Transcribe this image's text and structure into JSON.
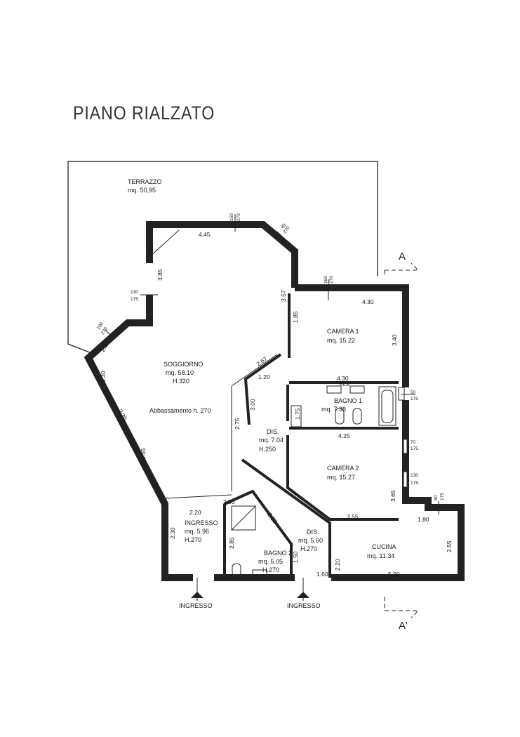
{
  "title": "PIANO  RIALZATO",
  "rooms": {
    "terrazzo": {
      "name": "TERRAZZO",
      "area": "mq. 50,95"
    },
    "soggiorno": {
      "name": "SOGGIORNO",
      "area": "mq. 58.10",
      "height": "H.320"
    },
    "abbassamento": "Abbassamento h. 270",
    "camera1": {
      "name": "CAMERA 1",
      "area": "mq.  15.22"
    },
    "bagno1": {
      "name": "BAGNO 1",
      "area": "mq.  7.38"
    },
    "dis1": {
      "name": "DIS.",
      "area": "mq.  7.04",
      "height": "H.250"
    },
    "camera2": {
      "name": "CAMERA 2",
      "area": "mq.  15.27"
    },
    "ingresso": {
      "name": "INGRESSO",
      "area": "mq.  5.96",
      "height": "H.270"
    },
    "bagno2": {
      "name": "BAGNO 2",
      "area": "mq.  5.05",
      "height": "H.270"
    },
    "dis2": {
      "name": "DIS.",
      "area": "mq.  5.60",
      "height": "H.270"
    },
    "cucina": {
      "name": "CUCINA",
      "area": "mq.  11.34"
    }
  },
  "dimensions": {
    "d445": "4.45",
    "d385": "3.85",
    "d210": "2.10",
    "d130a": "1.30",
    "d230a": "2.30",
    "d155": "1.55",
    "d175": "1.75",
    "d357": "3.57",
    "d185": "1.85",
    "d267": "2.67",
    "d120": "1.20",
    "d300": "3.00",
    "d275": "2.75",
    "d430a": "4.30",
    "d340": "3.40",
    "d430b": "4.30",
    "d175b": "1.75",
    "d425": "4.25",
    "d365": "3.65",
    "d355": "3.55",
    "d180": "1.80",
    "d255": "2.55",
    "d500": "5.00",
    "d160": "1.60",
    "d220a": "2.20",
    "d150": "1.50",
    "d220b": "2.20",
    "d290": "2.90",
    "d230b": "2.30",
    "d285": "2.85",
    "d235": "2.35"
  },
  "openings": {
    "o1": {
      "w": "150",
      "h": "270"
    },
    "o2": {
      "w": "85",
      "h": "270"
    },
    "o3": {
      "w": "130",
      "h": "175"
    },
    "o4": {
      "w": "100",
      "h": "270"
    },
    "o5": {
      "w": "160",
      "h": "270"
    },
    "o6": {
      "w": "50",
      "h": "175"
    },
    "o7": {
      "w": "70",
      "h": "175"
    },
    "o8": {
      "w": "130",
      "h": "175"
    },
    "o9": {
      "w": "80",
      "h": "175"
    }
  },
  "entrances": {
    "left": "INGRESSO",
    "right": "INGRESSO"
  },
  "section": {
    "top": "A",
    "bottom": "A'"
  },
  "fixtures": {
    "bidet": "BIDE'"
  }
}
